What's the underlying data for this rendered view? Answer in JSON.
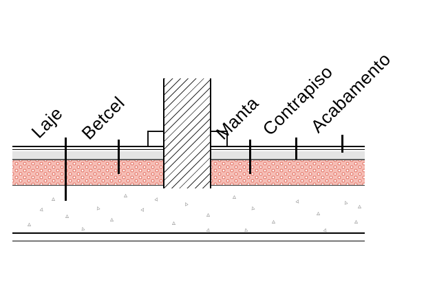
{
  "diagram": {
    "title": "floor-slab-wall-section-detail",
    "labels": [
      "Laje",
      "Betcel",
      "Manta",
      "Contrapiso",
      "Acabamento"
    ],
    "colors": {
      "line": "#000000",
      "hatch_red": "#dd5a49",
      "hatch_red_bg": "#f6beb6",
      "gray_band": "#e4e4e4",
      "aggregate": "#8a8a8a"
    }
  }
}
